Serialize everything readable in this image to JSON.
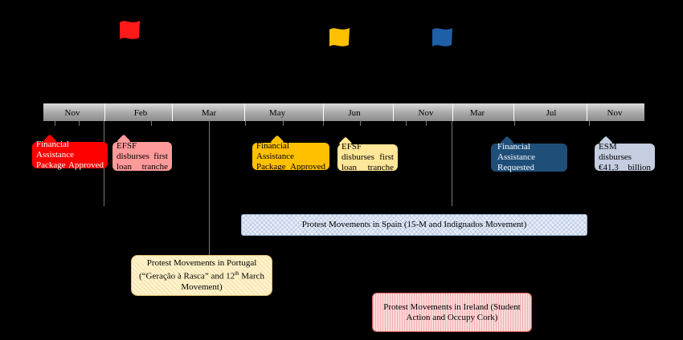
{
  "flags": [
    {
      "name": "red-flag-icon",
      "color": "#ff1a1a"
    },
    {
      "name": "yellow-flag-icon",
      "color": "#ffc000"
    },
    {
      "name": "blue-flag-icon",
      "color": "#1f5fa8"
    }
  ],
  "timeline": {
    "months": [
      "Nov",
      "Feb",
      "Mar",
      "May",
      "Jun",
      "Nov",
      "Mar",
      "Jul",
      "Nov"
    ]
  },
  "callouts": [
    {
      "text": "Financial Assistance Package Approved",
      "color": "#ff0000",
      "text_color": "#ffffff"
    },
    {
      "text": "EFSF disburses first loan tranche",
      "color": "#ff9a9a",
      "text_color": "#000000"
    },
    {
      "text": "Financial Assistance Package Approved",
      "color": "#ffc000",
      "text_color": "#000000"
    },
    {
      "text": "EFSF disburses first loan tranche",
      "color": "#ffe699",
      "text_color": "#000000"
    },
    {
      "text": "Financial Assistance Requested",
      "color": "#1f4e79",
      "text_color": "#ffffff"
    },
    {
      "text": "ESM disburses €41,3 billion",
      "color": "#c5cde0",
      "text_color": "#000000"
    }
  ],
  "protests": {
    "spain": "Protest Movements in Spain (15-M and Indignados Movement)",
    "portugal_line1": "Protest Movements in Portugal",
    "portugal_line2_pre": "(“Geração à Rasca” and 12",
    "portugal_sup": "th",
    "portugal_line2_post": " March",
    "portugal_line3": "Movement)",
    "ireland": "Protest Movements in Ireland (Student Action and Occupy Cork)"
  }
}
